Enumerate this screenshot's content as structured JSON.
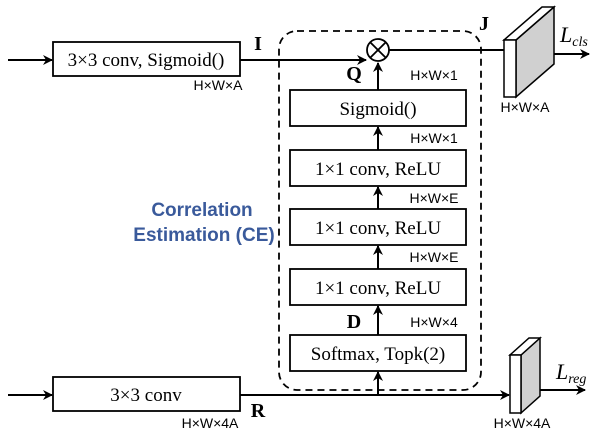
{
  "blocks": {
    "conv_sigmoid": "3×3 conv, Sigmoid()",
    "conv": "3×3 conv",
    "sigmoid": "Sigmoid()",
    "conv1x1_relu": "1×1 conv, ReLU",
    "softmax_topk": "Softmax, Topk(2)"
  },
  "labels": {
    "I": "I",
    "J": "J",
    "Q": "Q",
    "D": "D",
    "R": "R",
    "ce_line1": "Correlation",
    "ce_line2": "Estimation (CE)"
  },
  "dims": {
    "hwa_top": "H×W×A",
    "hw1_q": "H×W×1",
    "hw1_sig": "H×W×1",
    "hwe_1": "H×W×E",
    "hwe_2": "H×W×E",
    "hw4": "H×W×4",
    "hwa_out": "H×W×A",
    "hw4a_r": "H×W×4A",
    "hw4a_out": "H×W×4A"
  },
  "losses": {
    "cls_main": "L",
    "cls_sub": "cls",
    "reg_main": "L",
    "reg_sub": "reg"
  },
  "colors": {
    "ce_text": "#3a5a9b",
    "tensor_front": "#ffffff",
    "tensor_face": "#d0d0d0"
  }
}
